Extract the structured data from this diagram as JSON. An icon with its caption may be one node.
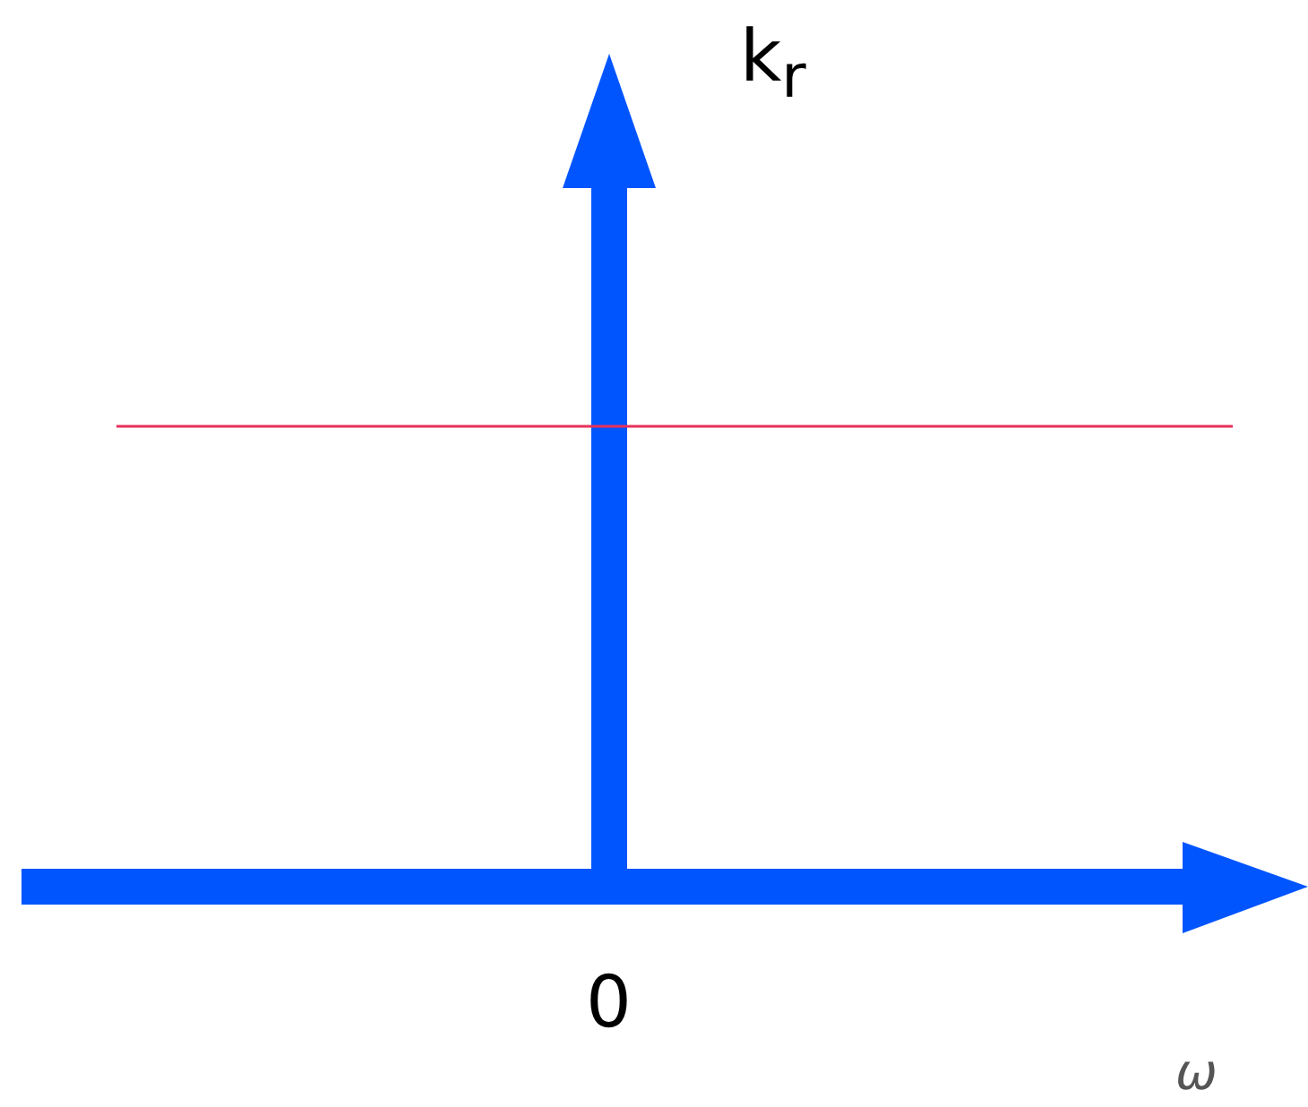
{
  "diagram": {
    "labels": [
      "k$_{r}$",
      "0",
      "ω"
    ]
  }
}
